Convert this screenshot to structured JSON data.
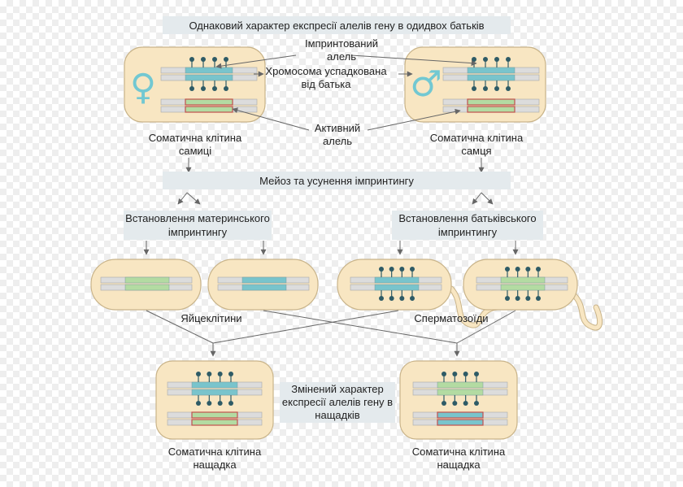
{
  "title": "Однаковий характер експресії алелів гену в одидвох батьків",
  "labels": {
    "imprinted_allele_line1": "Імпринтований",
    "imprinted_allele_line2": "алель",
    "chromosome_father_line1": "Хромосома успадкована",
    "chromosome_father_line2": "від батька",
    "active_allele_line1": "Активний",
    "active_allele_line2": "алель",
    "female_cell_line1": "Соматична клітина",
    "female_cell_line2": "самиці",
    "male_cell_line1": "Соматична клітина",
    "male_cell_line2": "самця",
    "meiosis": "Мейоз та усунення імпринтингу",
    "maternal_line1": "Встановлення материнського",
    "maternal_line2": "імпринтингу",
    "paternal_line1": "Встановлення батьківського",
    "paternal_line2": "імпринтингу",
    "eggs": "Яйцеклітини",
    "sperm": "Сперматозоїди",
    "changed_line1": "Змінений характер",
    "changed_line2": "експресії алелів гену в",
    "changed_line3": "нащадків",
    "offspring1_line1": "Соматична клітина",
    "offspring1_line2": "нащадка",
    "offspring2_line1": "Соматична клітина",
    "offspring2_line2": "нащадка"
  },
  "symbols": {
    "female": "♀",
    "male": "♂"
  },
  "colors": {
    "cell_fill": "#f8e6c2",
    "cell_stroke": "#c9b48a",
    "chromosome": "#dcdcdc",
    "imprinted": "#79c4cc",
    "active": "#b3dba2",
    "maternal_mark": "#c0504d",
    "methyl": "#2e5b66",
    "sex_symbol": "#72c8d2",
    "band": "#e4eaed"
  }
}
